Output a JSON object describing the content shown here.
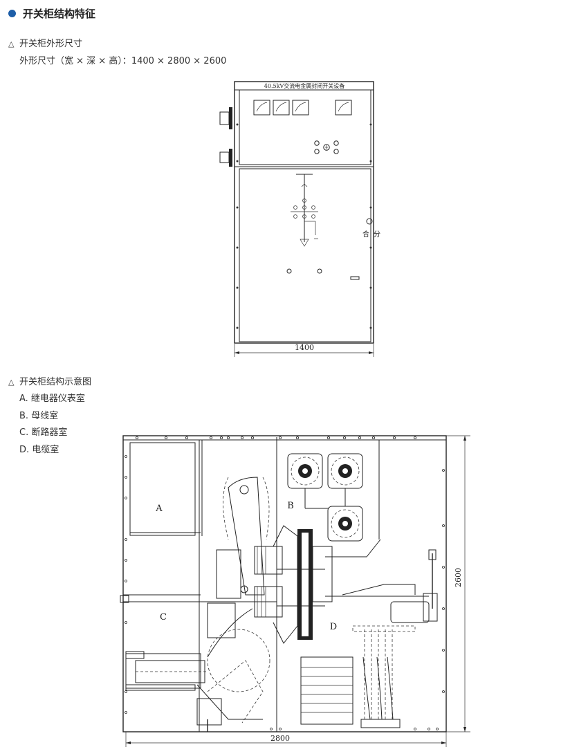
{
  "section": {
    "title": "开关柜结构特征"
  },
  "dimensions": {
    "heading": "开关柜外形尺寸",
    "line": "外形尺寸（宽 × 深 × 高）：1400 × 2800 × 2600"
  },
  "front_view": {
    "nameplate": "40.5kV交流电金属封闭开关设备",
    "label_close": "合",
    "label_open": "分",
    "width_dim": "1400"
  },
  "structure": {
    "heading": "开关柜结构示意图",
    "items": [
      "A. 继电器仪表室",
      "B. 母线室",
      "C. 断路器室",
      "D. 电缆室"
    ]
  },
  "side_view": {
    "label_a": "A",
    "label_b": "B",
    "label_c": "C",
    "label_d": "D",
    "depth_dim": "2800",
    "height_dim": "2600"
  }
}
